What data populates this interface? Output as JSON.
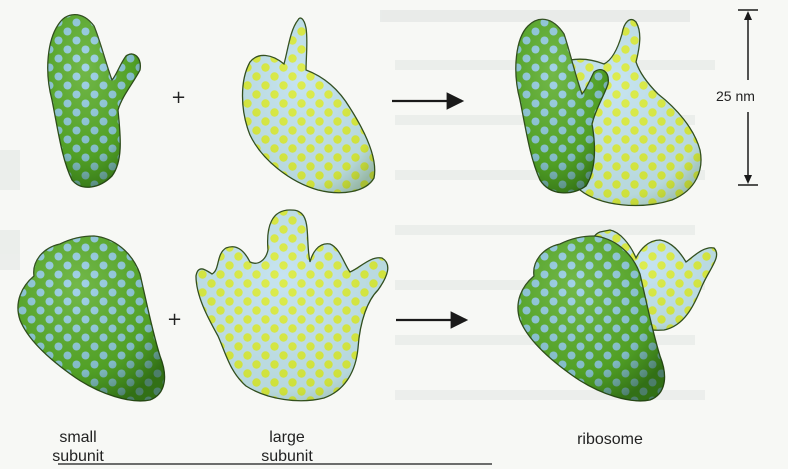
{
  "labels": {
    "small_subunit": [
      "small",
      "subunit"
    ],
    "large_subunit": [
      "large",
      "subunit"
    ],
    "ribosome": "ribosome",
    "scale": "25 nm",
    "plus": "+"
  },
  "colors": {
    "background": "#f7f8f5",
    "dark_green": "#3f9a1c",
    "mid_green": "#7cc23a",
    "pale_blue": "#bfe0ee",
    "yellow": "#d9ea3c",
    "outline": "#2d4a1a",
    "arrow": "#1a1a1a",
    "bleed_text": "#c3c7c8"
  }
}
